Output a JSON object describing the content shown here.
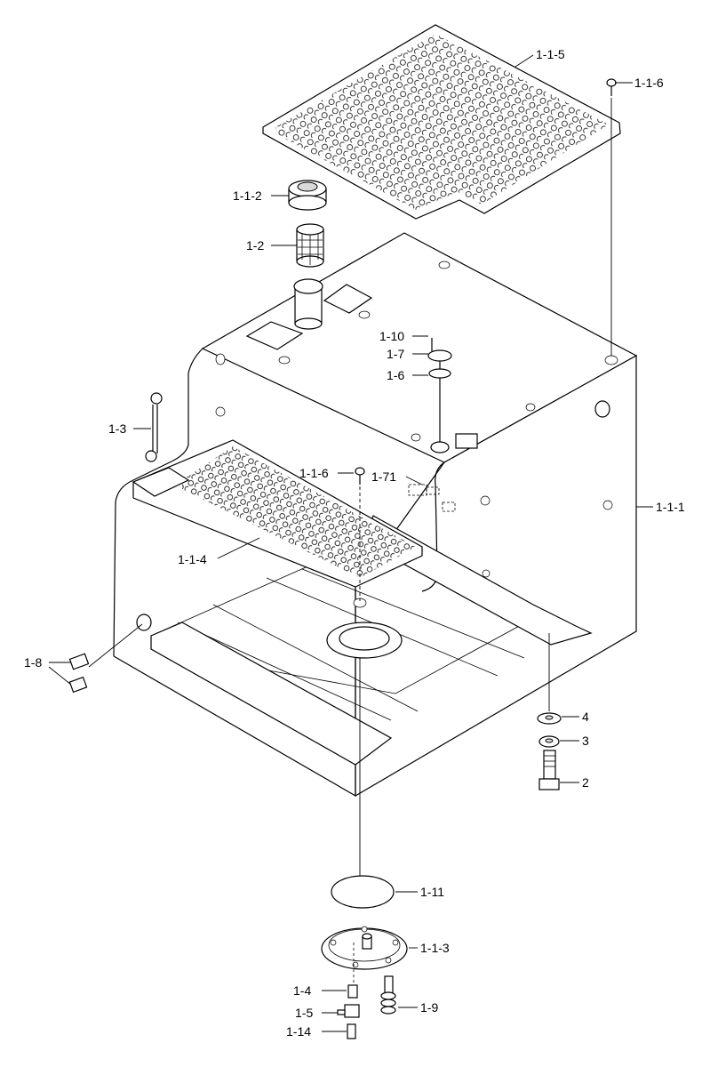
{
  "callouts": {
    "c_1_1_5": "1-1-5",
    "c_1_1_6_top": "1-1-6",
    "c_1_1_2": "1-1-2",
    "c_1_2": "1-2",
    "c_1_10": "1-10",
    "c_1_7": "1-7",
    "c_1_6": "1-6",
    "c_1_3": "1-3",
    "c_1_1_6_mid": "1-1-6",
    "c_1_71": "1-71",
    "c_1_1_1": "1-1-1",
    "c_1_1_4": "1-1-4",
    "c_1_8": "1-8",
    "c_4": "4",
    "c_3": "3",
    "c_2": "2",
    "c_1_11": "1-11",
    "c_1_1_3": "1-1-3",
    "c_1_4": "1-4",
    "c_1_9": "1-9",
    "c_1_5": "1-5",
    "c_1_14": "1-14"
  }
}
